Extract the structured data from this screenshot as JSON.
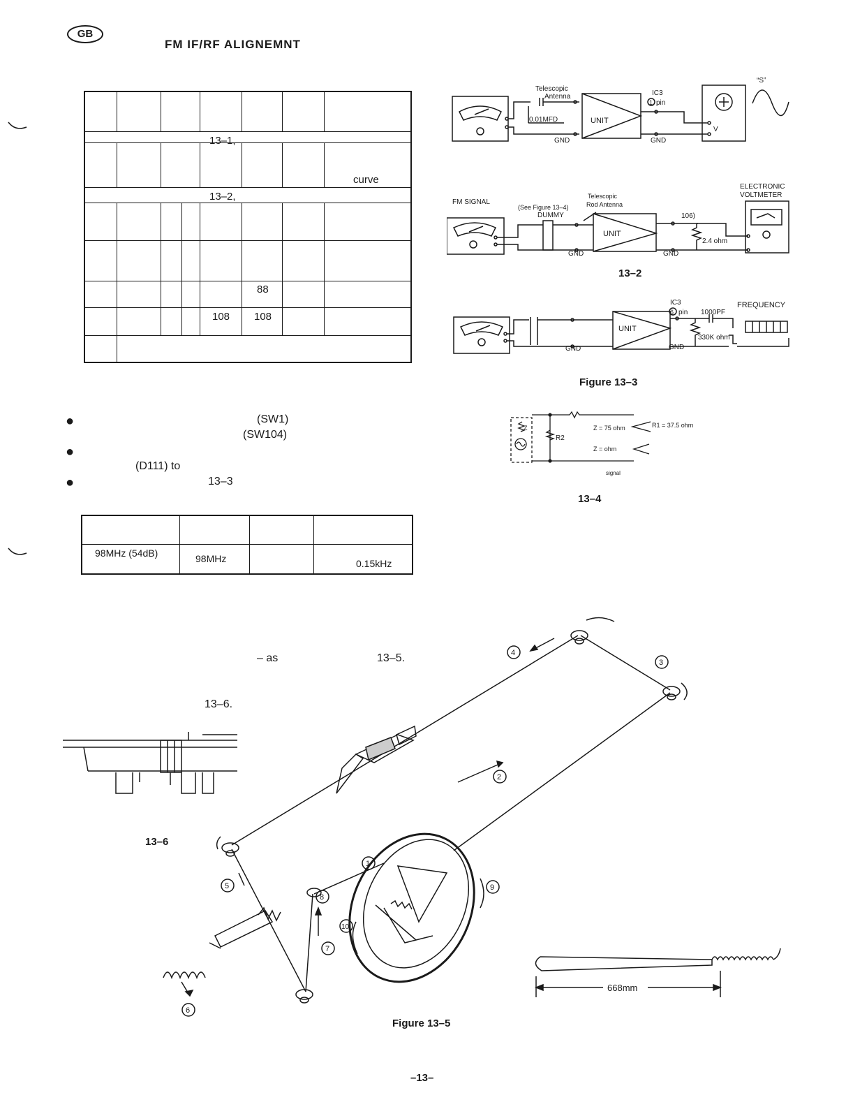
{
  "header": {
    "badge": "GB",
    "title": "FM IF/RF ALIGNEMNT"
  },
  "table1": {
    "row_1_13_1": "13–1,",
    "row_curve": "curve",
    "row_13_2": "13–2,",
    "val_88": "88",
    "val_108_a": "108",
    "val_108_b": "108"
  },
  "bullets": {
    "b1_sw1": "(SW1)",
    "b1_sw104": "(SW104)",
    "b2_d111": "(D111) to",
    "b3_fig": "13–3"
  },
  "table2": {
    "c1": "98MHz (54dB)",
    "c2": "98MHz",
    "c4": "0.15kHz"
  },
  "fig13_1": {
    "telescopic": "Telescopic",
    "antenna": "Antenna",
    "ic3": "IC3",
    "pin": "pin",
    "pin_num": "1",
    "cap": "0.01MFD",
    "unit": "UNIT",
    "gnd1": "GND",
    "gnd2": "GND",
    "v": "V",
    "s": "“S”"
  },
  "fig13_2": {
    "fm_signal": "FM SIGNAL",
    "see_fig": "(See Figure 13–4)",
    "dummy": "DUMMY",
    "telescopic": "Telescopic",
    "rod_antenna": "Rod Antenna",
    "electronic": "ELECTRONIC",
    "voltmeter": "VOLTMETER",
    "pin106": "106)",
    "res": "2.4 ohm",
    "unit": "UNIT",
    "gnd1": "GND",
    "gnd2": "GND",
    "caption": "13–2"
  },
  "fig13_3": {
    "ic3": "IC3",
    "pin": "pin",
    "pin_num": "6",
    "cap": "1000PF",
    "frequency": "FREQUENCY",
    "unit": "UNIT",
    "res": "330K ohm",
    "gnd1": "GND",
    "gnd2": "GND",
    "caption": "Figure 13–3"
  },
  "fig13_4": {
    "z_label": "Z",
    "r2": "R2",
    "z75": "Z = 75 ohm",
    "r1": "R1 = 37.5 ohm",
    "z2": "Z =    ohm",
    "signal": "signal",
    "caption": "13–4"
  },
  "text": {
    "as_line_a": "– as",
    "as_line_b": "13–5.",
    "fig6_ref": "13–6.",
    "fig6_caption": "13–6"
  },
  "fig13_5": {
    "n1": "1",
    "n2": "2",
    "n3": "3",
    "n4": "4",
    "n5": "5",
    "n6": "6",
    "n7": "7",
    "n8": "8",
    "n9": "9",
    "n10": "10",
    "length": "668mm",
    "caption": "Figure 13–5"
  },
  "footer": {
    "page": "–13–"
  }
}
